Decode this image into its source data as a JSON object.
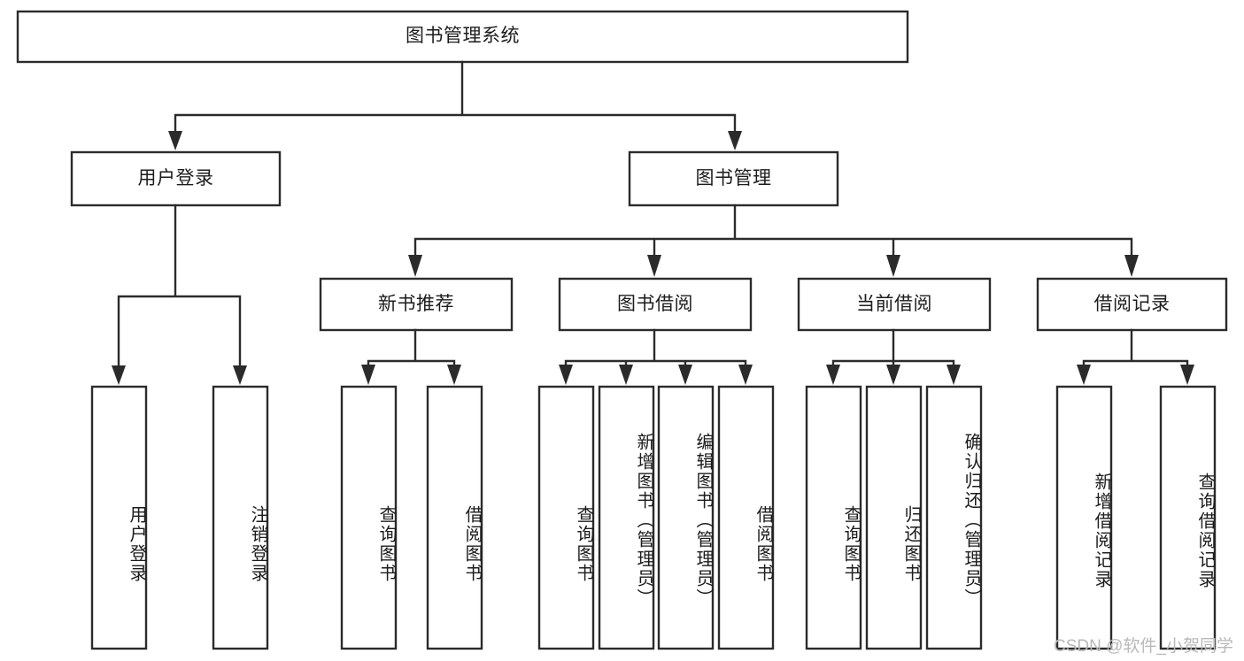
{
  "diagram": {
    "title": "图书管理系统",
    "type": "hierarchy-tree",
    "root": {
      "id": "root",
      "label": "图书管理系统",
      "orientation": "horizontal"
    },
    "level2": [
      {
        "id": "user-login",
        "label": "用户登录",
        "orientation": "horizontal"
      },
      {
        "id": "book-management",
        "label": "图书管理",
        "orientation": "horizontal"
      }
    ],
    "level3": [
      {
        "id": "new-book-recommend",
        "label": "新书推荐",
        "orientation": "horizontal",
        "parent": "book-management"
      },
      {
        "id": "book-borrow",
        "label": "图书借阅",
        "orientation": "horizontal",
        "parent": "book-management"
      },
      {
        "id": "current-borrow",
        "label": "当前借阅",
        "orientation": "horizontal",
        "parent": "book-management"
      },
      {
        "id": "borrow-record",
        "label": "借阅记录",
        "orientation": "horizontal",
        "parent": "book-management"
      }
    ],
    "leaves": [
      {
        "id": "leaf-user-login",
        "label": "用户登录",
        "orientation": "vertical",
        "parent": "user-login"
      },
      {
        "id": "leaf-logout-login",
        "label": "注销登录",
        "orientation": "vertical",
        "parent": "user-login"
      },
      {
        "id": "leaf-query-book-1",
        "label": "查询图书",
        "orientation": "vertical",
        "parent": "new-book-recommend"
      },
      {
        "id": "leaf-borrow-book-1",
        "label": "借阅图书",
        "orientation": "vertical",
        "parent": "new-book-recommend"
      },
      {
        "id": "leaf-query-book-2",
        "label": "查询图书",
        "orientation": "vertical",
        "parent": "book-borrow"
      },
      {
        "id": "leaf-add-book",
        "label": "新增图书（管理员）",
        "orientation": "vertical",
        "parent": "book-borrow"
      },
      {
        "id": "leaf-edit-book",
        "label": "编辑图书（管理员）",
        "orientation": "vertical",
        "parent": "book-borrow"
      },
      {
        "id": "leaf-borrow-book-2",
        "label": "借阅图书",
        "orientation": "vertical",
        "parent": "book-borrow"
      },
      {
        "id": "leaf-query-book-3",
        "label": "查询图书",
        "orientation": "vertical",
        "parent": "current-borrow"
      },
      {
        "id": "leaf-return-book",
        "label": "归还图书",
        "orientation": "vertical",
        "parent": "current-borrow"
      },
      {
        "id": "leaf-confirm-return",
        "label": "确认归还（管理员）",
        "orientation": "vertical",
        "parent": "current-borrow"
      },
      {
        "id": "leaf-add-record",
        "label": "新增借阅记录",
        "orientation": "vertical",
        "parent": "borrow-record"
      },
      {
        "id": "leaf-query-record",
        "label": "查询借阅记录",
        "orientation": "vertical",
        "parent": "borrow-record"
      }
    ],
    "colors": {
      "stroke": "#2b2b2b",
      "fill": "#ffffff",
      "text": "#1c1c1c",
      "watermark": "#b9b9b9",
      "background": "#ffffff"
    }
  },
  "watermark": {
    "text": "CSDN @软件_小贺同学"
  }
}
